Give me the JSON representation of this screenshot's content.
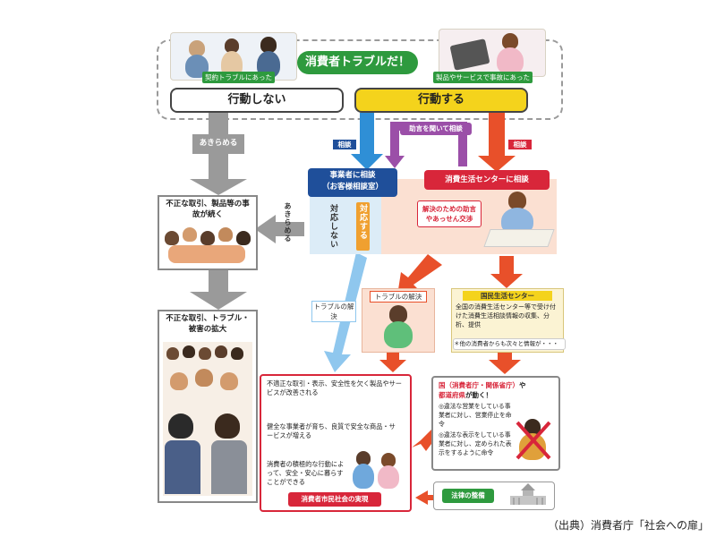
{
  "top": {
    "title": "消費者トラブルだ！",
    "left_tag": "契約トラブルにあった",
    "right_tag": "製品やサービスで事故にあった"
  },
  "decision": {
    "no_action": "行動しない",
    "action": "行動する"
  },
  "left_flow": {
    "give_up": "あきらめる",
    "continue_box": "不正な取引、製品等の事故が続く",
    "expand_box": "不正な取引、トラブル・被害の拡大"
  },
  "consult": {
    "label_consult": "相談",
    "label_consult2": "相談",
    "advice_button": "助言を聞いて相談",
    "business": "事業者に相談\n（お客様相談室）",
    "center": "消費生活センターに相談",
    "no_response": "対応しない",
    "respond": "対応する",
    "give_up2": "あきらめる",
    "solution": "解決のための助言やあっせん交渉"
  },
  "results": {
    "trouble_resolved": "トラブルの解決",
    "trouble_resolved2": "トラブルの解決"
  },
  "national_center": {
    "title": "国民生活センター",
    "body": "全国の消費生活センター等で受け付けた消費生活相談情報の収集、分析、提供",
    "note": "＊他の消費者からも次々と情報が・・・"
  },
  "government": {
    "title_a": "国（消費者庁・関係省庁）",
    "title_b": "や",
    "title_c": "都道府県",
    "title_d": "が動く！",
    "item1": "◎違法な営業をしている事業者に対し、営業停止を命令",
    "item2": "◎違法な表示をしている事業者に対し、定められた表示をするように命令"
  },
  "society": {
    "step1": "不適正な取引・表示、安全性を欠く製品やサービスが改善される",
    "step2": "健全な事業者が育ち、良質で安全な商品・サービスが増える",
    "step3": "消費者の積極的な行動によって、安全・安心に暮らすことができる",
    "banner": "消費者市民社会の実現"
  },
  "law": {
    "label": "法律の整備"
  },
  "source": "（出典）消費者庁「社会への扉」",
  "colors": {
    "green": "#2e9a3e",
    "yellow": "#f4d31c",
    "orange_red": "#e8502a",
    "blue": "#2f8fd6",
    "purple": "#9b4fa8",
    "navy": "#1f4f9a",
    "red": "#d8263a",
    "gray": "#9a9a9a",
    "peach": "#fbe0d2",
    "light_blue": "#dcecf7",
    "cream": "#fbf3d3"
  }
}
